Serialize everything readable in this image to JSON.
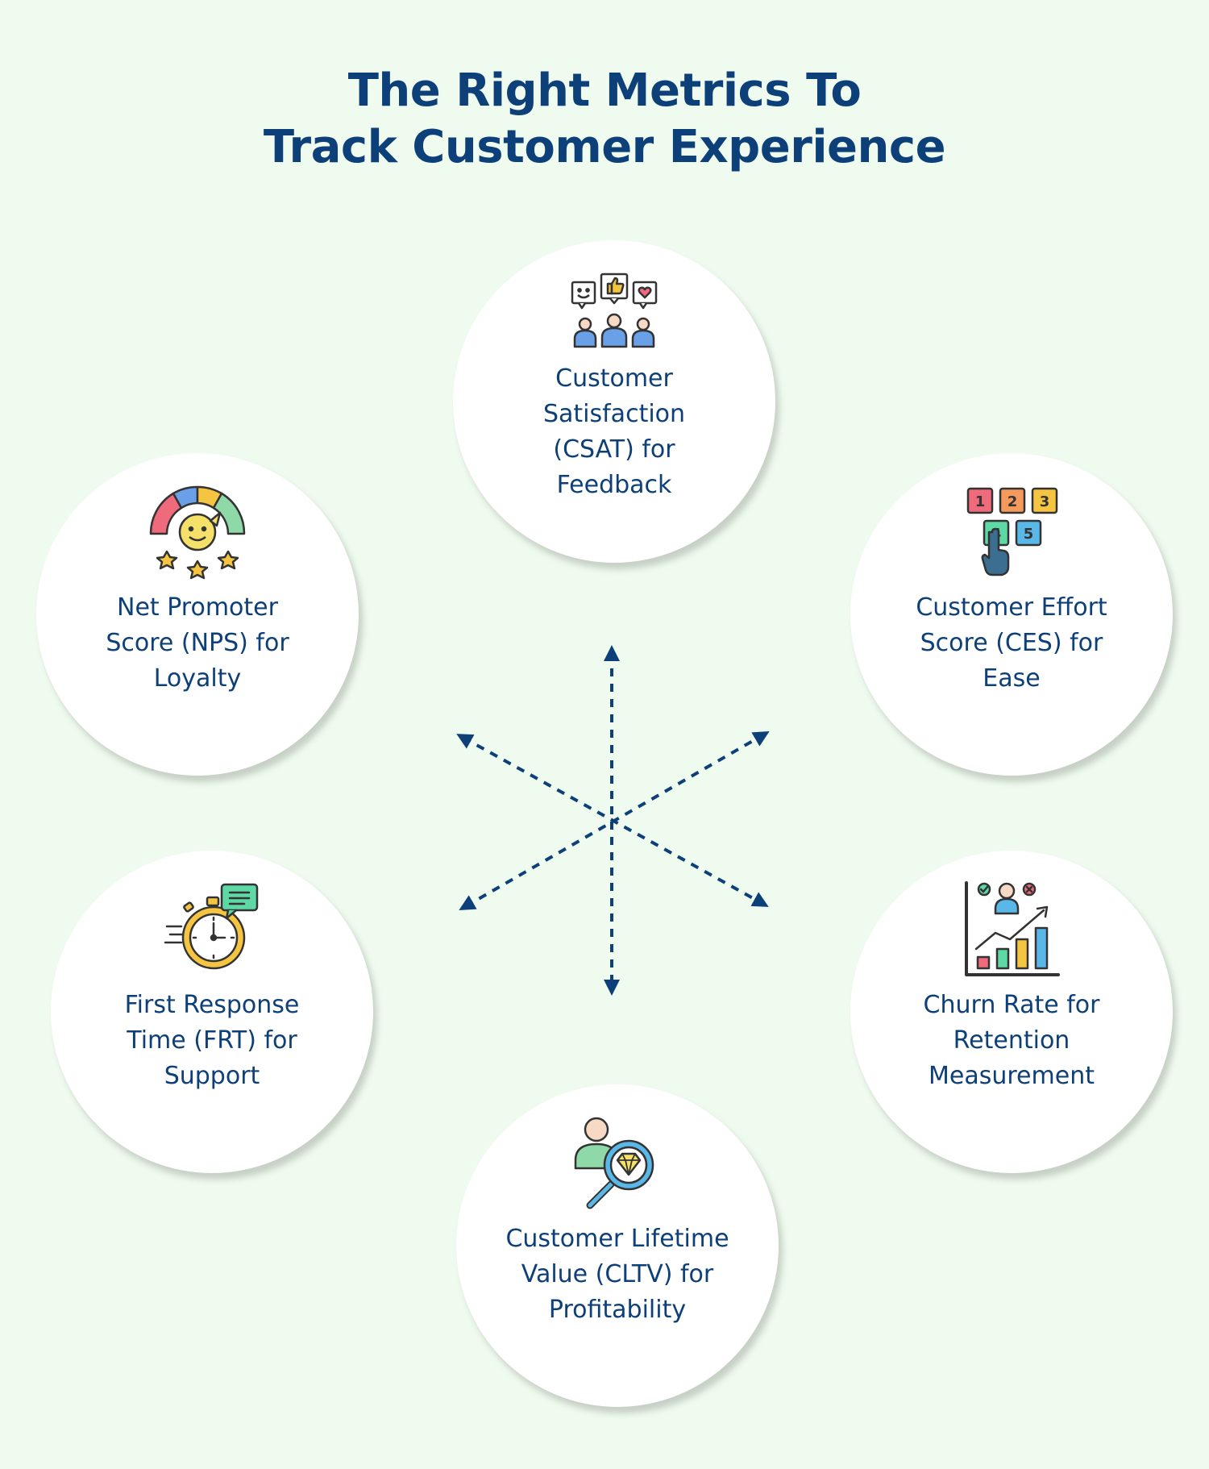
{
  "title": {
    "line1": "The Right Metrics To",
    "line2": "Track Customer Experience"
  },
  "colors": {
    "background": "#f0fbef",
    "primary_text": "#0d3f78",
    "arrow": "#0d3f78",
    "circle": "#ffffff"
  },
  "metrics": [
    {
      "id": "csat",
      "icon": "customer-feedback-icon",
      "lines": [
        "Customer",
        "Satisfaction",
        "(CSAT) for",
        "Feedback"
      ]
    },
    {
      "id": "nps",
      "icon": "nps-gauge-icon",
      "lines": [
        "Net Promoter",
        "Score (NPS) for",
        "Loyalty"
      ]
    },
    {
      "id": "ces",
      "icon": "number-keypad-icon",
      "lines": [
        "Customer Effort",
        "Score (CES) for",
        "Ease"
      ]
    },
    {
      "id": "frt",
      "icon": "stopwatch-chat-icon",
      "lines": [
        "First Response",
        "Time (FRT) for",
        "Support"
      ]
    },
    {
      "id": "churn",
      "icon": "churn-chart-icon",
      "lines": [
        "Churn Rate for",
        "Retention",
        "Measurement"
      ]
    },
    {
      "id": "cltv",
      "icon": "customer-value-magnifier-icon",
      "lines": [
        "Customer Lifetime",
        "Value (CLTV) for",
        "Profitability"
      ]
    }
  ]
}
